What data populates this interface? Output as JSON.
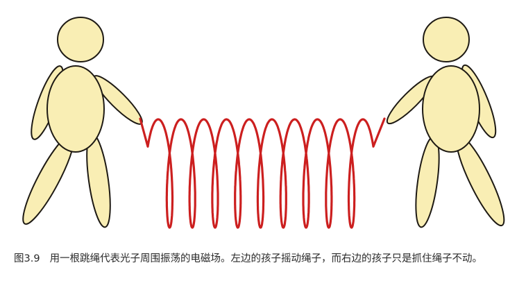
{
  "caption": {
    "label": "图3.9",
    "text": "用一根跳绳代表光子周围振荡的电磁场。左边的孩子摇动绳子，而右边的孩子只是抓住绳子不动。"
  },
  "colors": {
    "figure_fill": "#f9eeb4",
    "figure_stroke": "#1e1a14",
    "rope": "#cc1f1f",
    "caption_text": "#2a2a2a"
  },
  "rope": {
    "loops": 9
  }
}
